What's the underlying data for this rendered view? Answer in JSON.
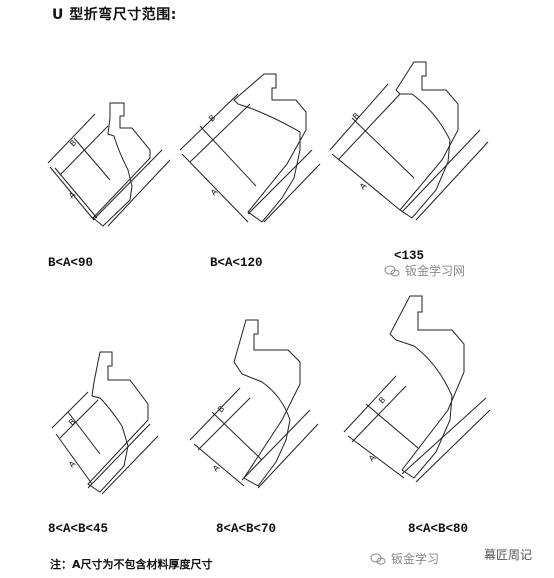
{
  "title": "U 型折弯尺寸范围:",
  "captions": [
    "B<A<90",
    "B<A<120",
    "<135",
    "8<A<B<45",
    "8<A<B<70",
    "8<A<B<80"
  ],
  "dim_labels": {
    "upper": "B",
    "lower": "A"
  },
  "note": "注：A尺寸为不包含材料厚度尺寸",
  "watermark_top": "钣金学习网",
  "watermark_bottom_left": "钣金学习",
  "watermark_bottom_right": "幕匠周记",
  "icons": [
    "wechat-icon",
    "wechat-icon"
  ]
}
